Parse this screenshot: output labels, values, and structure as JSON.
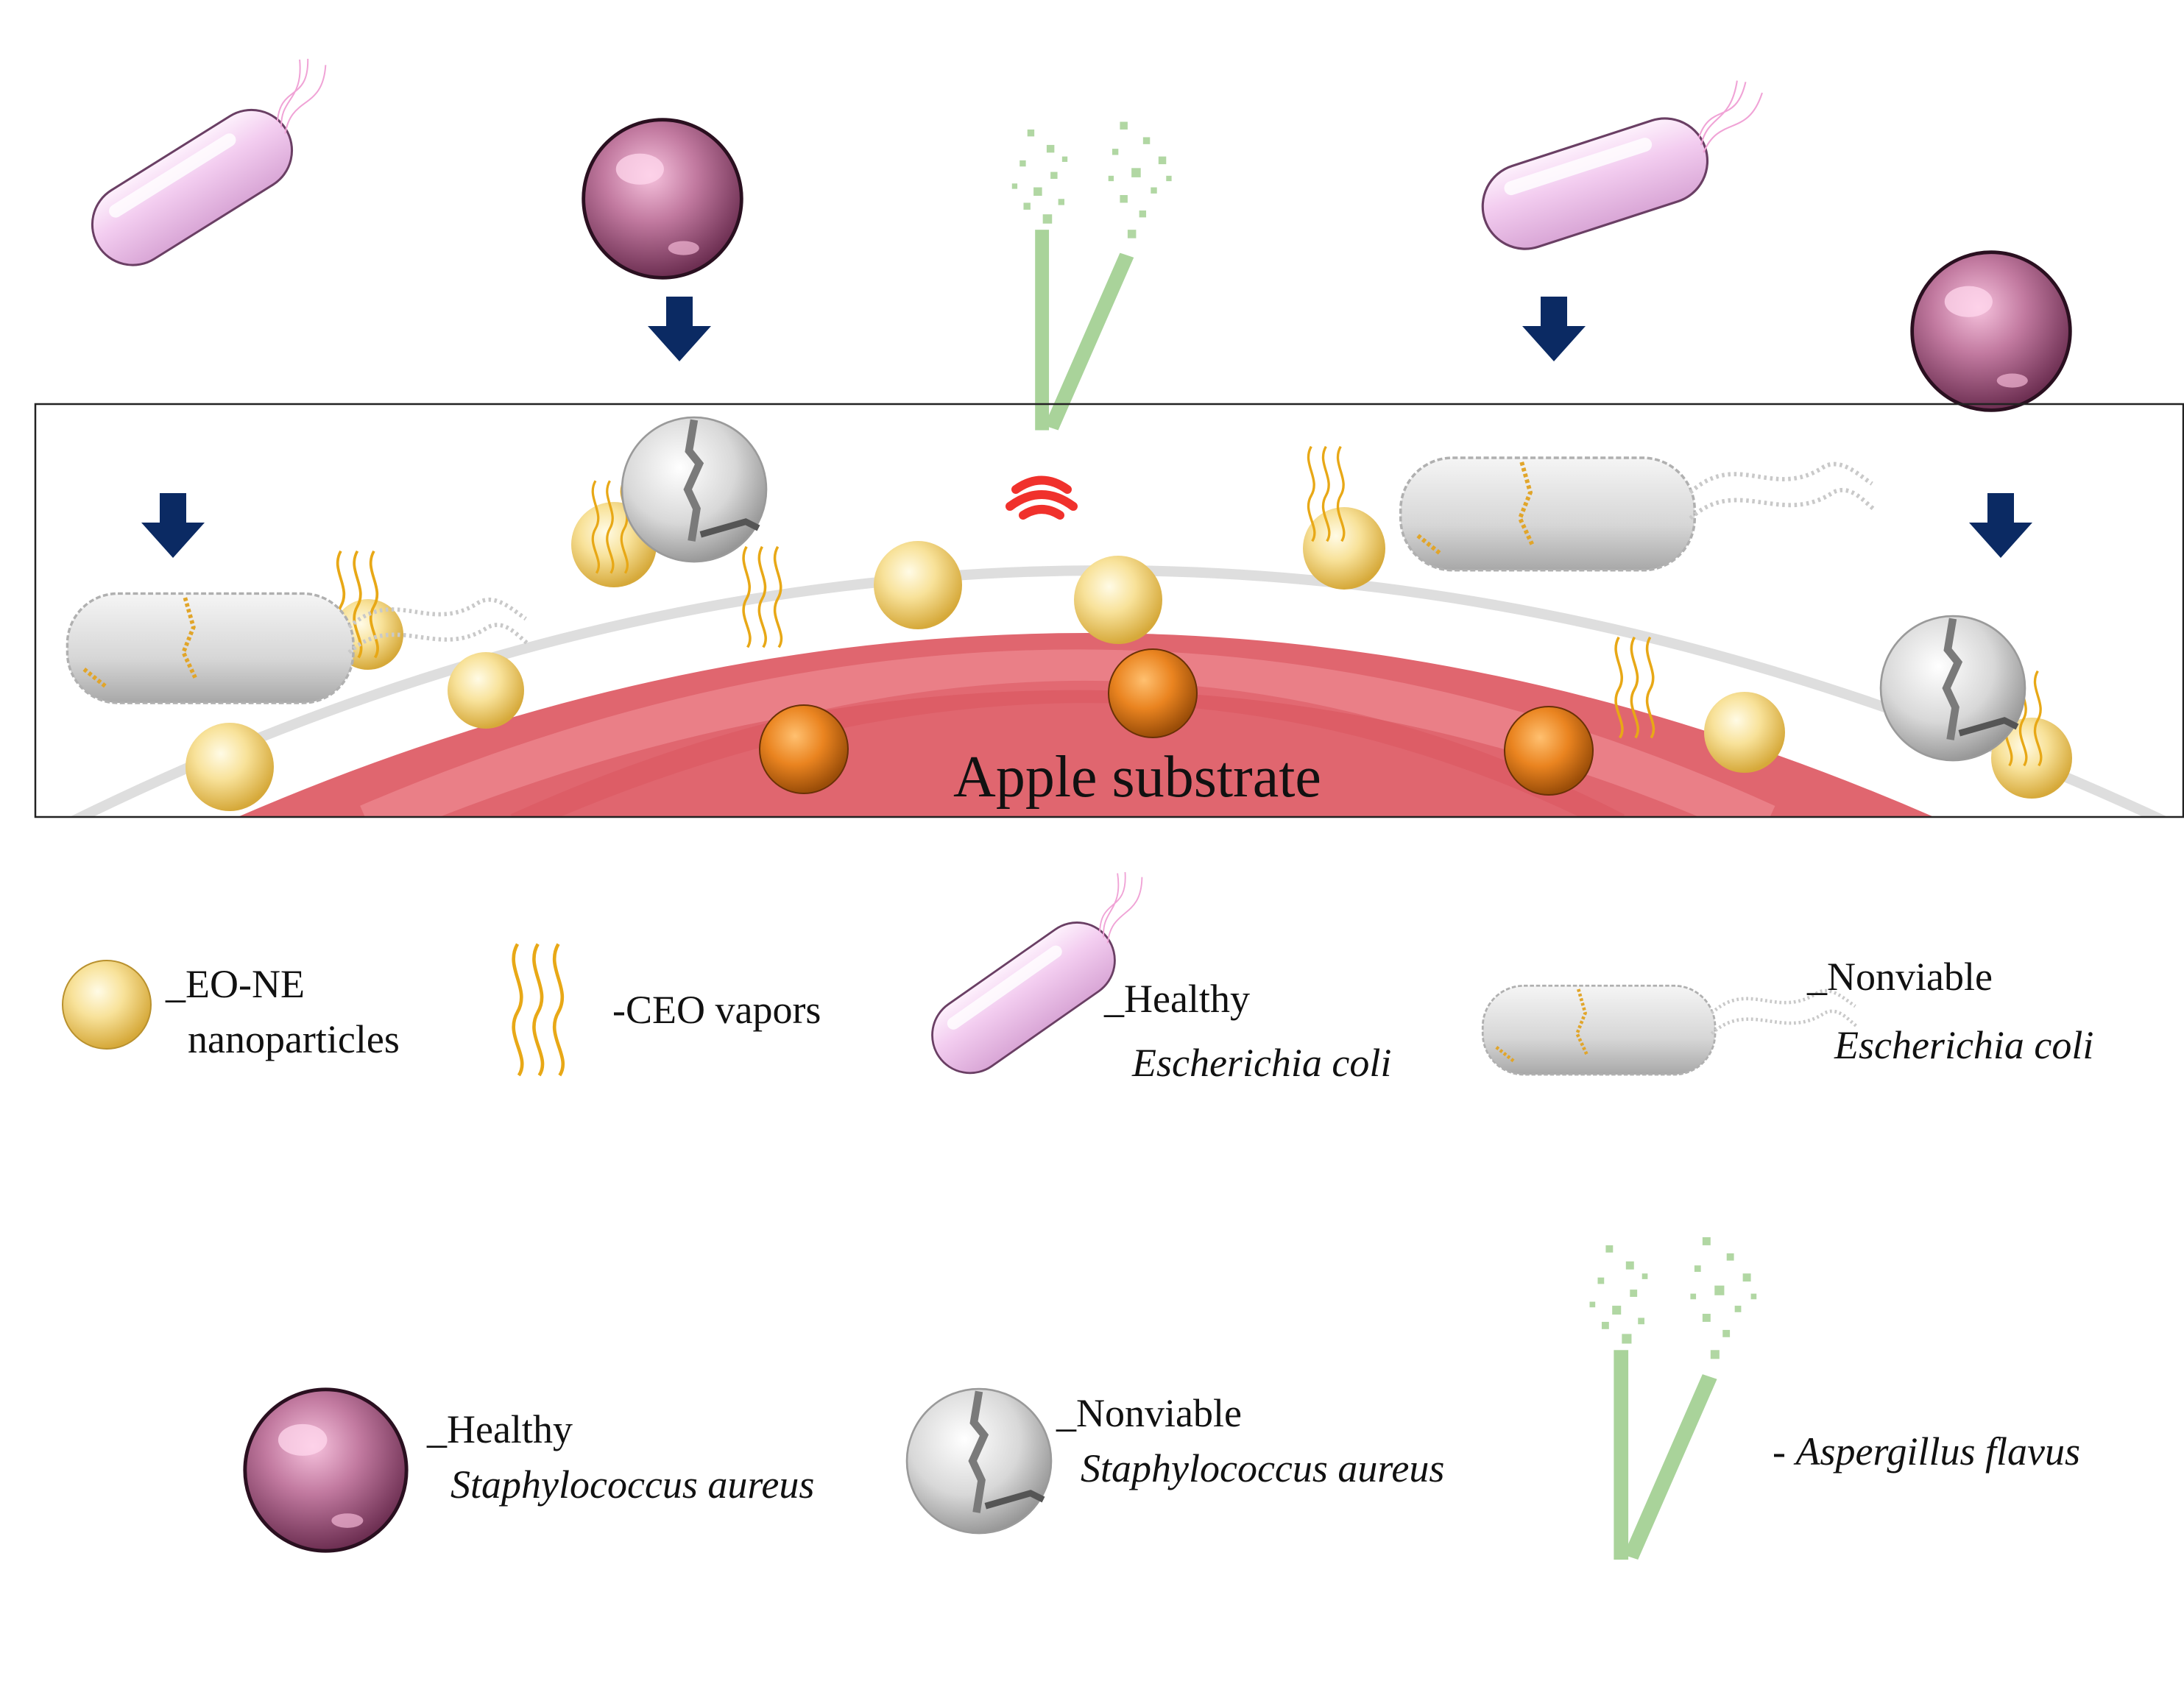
{
  "scene": {
    "substrate_label": "Apple substrate"
  },
  "legend": {
    "nanoparticle": {
      "line1": "_EO-NE",
      "line2": "nanoparticles"
    },
    "vapor": {
      "label": "-CEO vapors"
    },
    "healthy_ecoli": {
      "line1": "_Healthy",
      "line2": "Escherichia coli"
    },
    "nonviable_ecoli": {
      "line1": "_Nonviable",
      "line2": "Escherichia coli"
    },
    "healthy_saureus": {
      "line1": "_Healthy",
      "line2": "Staphylococcus aureus"
    },
    "nonviable_saureus": {
      "line1": "_Nonviable",
      "line2": "Staphylococcus aureus"
    },
    "aspergillus": {
      "prefix": "- ",
      "name": "Aspergillus flavus"
    }
  },
  "colors": {
    "arrow": "#0b2a63",
    "apple": "#e0666f",
    "apple_dark": "#d9535e",
    "nanoparticle": "#f5d77e",
    "orange_particle": "#e5771a",
    "vapor": "#e8a816",
    "ecoli": "#f0c2ec",
    "saureus": "#a0507a",
    "dead_cell": "#d9d9d9",
    "fungus": "#a9d39a",
    "signal": "#f0312c"
  },
  "icons": [
    "arrow-down-icon",
    "nanoparticle-icon",
    "vapor-icon",
    "ecoli-icon",
    "saureus-icon",
    "nonviable-ecoli-icon",
    "nonviable-saureus-icon",
    "aspergillus-icon",
    "signal-icon"
  ]
}
